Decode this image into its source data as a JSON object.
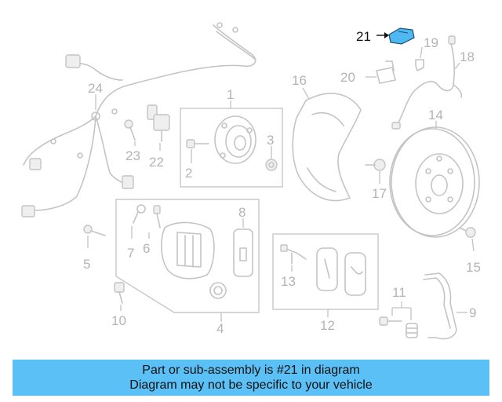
{
  "colors": {
    "background": "#ffffff",
    "linework": "#c4c4c4",
    "callout_text": "#b4b4b4",
    "highlight_part": "#4fb8f0",
    "highlight_text": "#111111",
    "banner": "#5bc0f5"
  },
  "callouts": {
    "c1": "1",
    "c2": "2",
    "c3": "3",
    "c4": "4",
    "c5": "5",
    "c6": "6",
    "c7": "7",
    "c8": "8",
    "c9": "9",
    "c10": "10",
    "c11": "11",
    "c12": "12",
    "c13": "13",
    "c14": "14",
    "c15": "15",
    "c16": "16",
    "c17": "17",
    "c18": "18",
    "c19": "19",
    "c20": "20",
    "c21": "21",
    "c22": "22",
    "c23": "23",
    "c24": "24"
  },
  "highlighted_callout": "21",
  "banner": {
    "line1": "Part or sub-assembly is #21 in diagram",
    "line2": "Diagram may not be specific to your vehicle"
  }
}
